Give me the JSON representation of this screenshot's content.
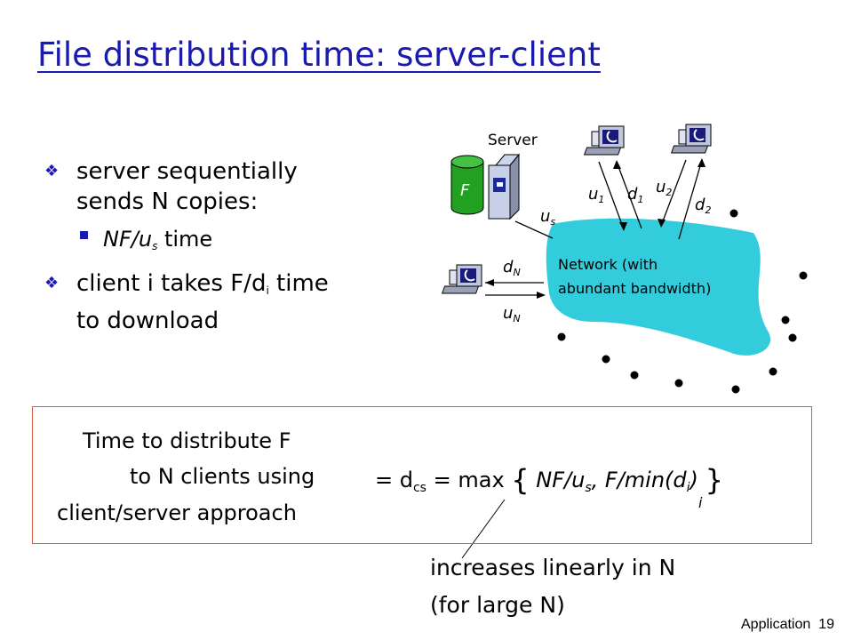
{
  "title": "File distribution time: server-client",
  "bullets": {
    "b1": "server sequentially sends N copies:",
    "b1_sub_main": "NF/u",
    "b1_sub_s": "s",
    "b1_sub_tail": " time",
    "b2_a": "client i takes F/d",
    "b2_sub": "i",
    "b2_b": " time to download"
  },
  "diagram": {
    "server_label": "Server",
    "file_label": "F",
    "network_label_1": "Network (with",
    "network_label_2": "abundant bandwidth)",
    "us_label": "u",
    "us_sub": "s",
    "u1": "u",
    "u1_sub": "1",
    "d1": "d",
    "d1_sub": "1",
    "u2": "u",
    "u2_sub": "2",
    "d2": "d",
    "d2_sub": "2",
    "dN": "d",
    "dN_sub": "N",
    "uN": "u",
    "uN_sub": "N"
  },
  "formula": {
    "lhs_1": "Time to  distribute F",
    "lhs_2": "to N clients using",
    "lhs_3": "client/server approach",
    "eq_a": "= d",
    "eq_cs": "cs",
    "eq_b": " = max ",
    "brace_open": "{",
    "eq_nf": "NF/u",
    "eq_s": "s",
    "eq_c": ", F/min(d",
    "eq_i": "i",
    "eq_d": ")",
    "brace_close": "}",
    "under_i": "i"
  },
  "note": {
    "line1": "increases linearly in N",
    "line2": "(for large N)"
  },
  "footer": {
    "label": "Application",
    "page": "19"
  },
  "colors": {
    "title": "#1a1ab0",
    "network": "#33ccdd",
    "box_border": "#d06040",
    "file_db": "#22a022"
  }
}
